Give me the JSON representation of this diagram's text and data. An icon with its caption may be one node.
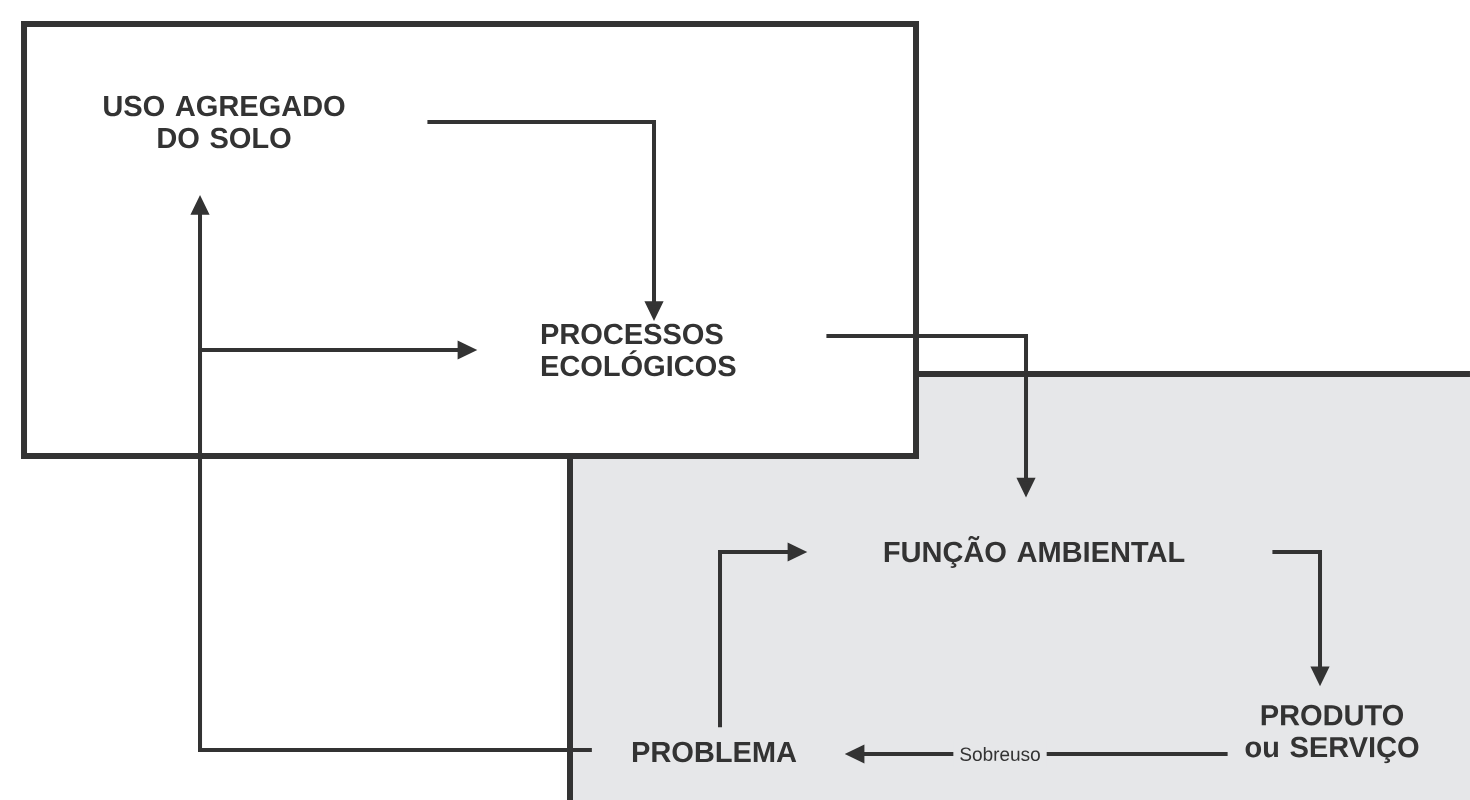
{
  "diagram": {
    "nodes": [
      {
        "text": [],
        "shape": "box"
      },
      {
        "text": [],
        "shape": "box"
      },
      {
        "text": [
          "USO AGREGADO DO SOLO"
        ],
        "in": 0
      },
      {
        "text": [
          "PROCESSOS ECOLÓGICOS"
        ],
        "in": 0
      },
      {
        "text": [
          "FUNÇÃO AMBIENTAL"
        ],
        "in": 1
      },
      {
        "text": [
          "PRODUTO ou SERVIÇO"
        ],
        "in": 1
      },
      {
        "text": [
          "PROBLEMA"
        ],
        "in": 1
      }
    ],
    "edges": [
      {
        "from": 2,
        "to": 3,
        "arrow": "to"
      },
      {
        "from": 3,
        "to": 4,
        "arrow": "to"
      },
      {
        "from": 4,
        "to": 5,
        "arrow": "to"
      },
      {
        "from": 5,
        "to": 6,
        "arrow": "to",
        "label": "Sobreuso"
      },
      {
        "from": 6,
        "to": 4,
        "arrow": "to"
      },
      {
        "from": 6,
        "to": 2,
        "arrow": "to"
      },
      {
        "from": 6,
        "to": 3,
        "arrow": "to"
      }
    ]
  }
}
